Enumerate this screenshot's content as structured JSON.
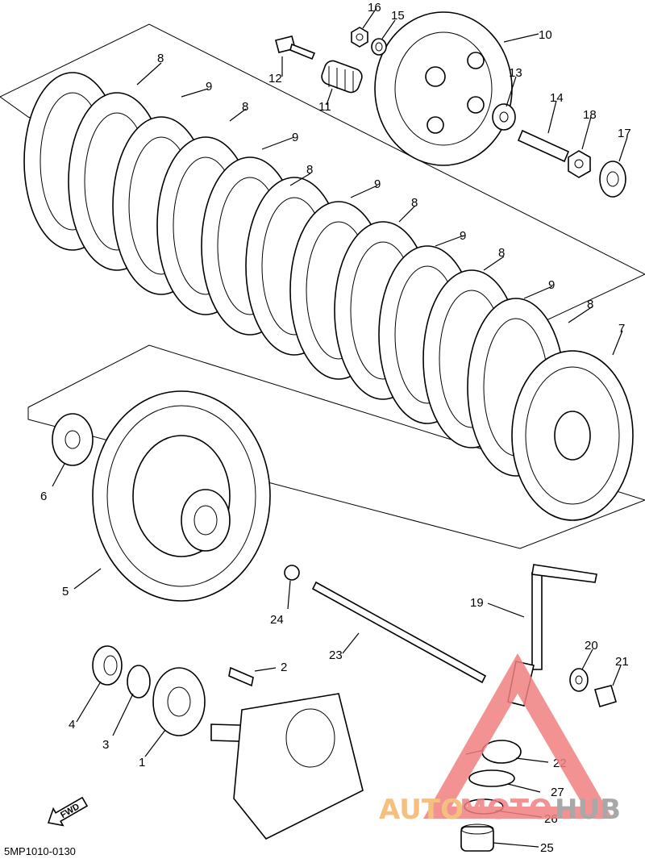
{
  "diagram": {
    "parts": [
      {
        "id": "1",
        "label": "1"
      },
      {
        "id": "2",
        "label": "2"
      },
      {
        "id": "3",
        "label": "3"
      },
      {
        "id": "4",
        "label": "4"
      },
      {
        "id": "5",
        "label": "5"
      },
      {
        "id": "6",
        "label": "6"
      },
      {
        "id": "7",
        "label": "7"
      },
      {
        "id": "8",
        "label": "8"
      },
      {
        "id": "9",
        "label": "9"
      },
      {
        "id": "10",
        "label": "10"
      },
      {
        "id": "11",
        "label": "11"
      },
      {
        "id": "12",
        "label": "12"
      },
      {
        "id": "13",
        "label": "13"
      },
      {
        "id": "14",
        "label": "14"
      },
      {
        "id": "15",
        "label": "15"
      },
      {
        "id": "16",
        "label": "16"
      },
      {
        "id": "17",
        "label": "17"
      },
      {
        "id": "18",
        "label": "18"
      },
      {
        "id": "19",
        "label": "19"
      },
      {
        "id": "20",
        "label": "20"
      },
      {
        "id": "21",
        "label": "21"
      },
      {
        "id": "22",
        "label": "22"
      },
      {
        "id": "23",
        "label": "23"
      },
      {
        "id": "24",
        "label": "24"
      },
      {
        "id": "25",
        "label": "25"
      },
      {
        "id": "26",
        "label": "26"
      },
      {
        "id": "27",
        "label": "27"
      }
    ],
    "diagram_code": "5MP1010-0130",
    "fwd_label": "FWD",
    "watermark": {
      "part1": "AUTO",
      "part2": "MOTO",
      "part3": "HUB",
      "color_part1": "#f4b46a",
      "color_part2": "#f08080",
      "color_part3": "#9a9a9a"
    }
  }
}
